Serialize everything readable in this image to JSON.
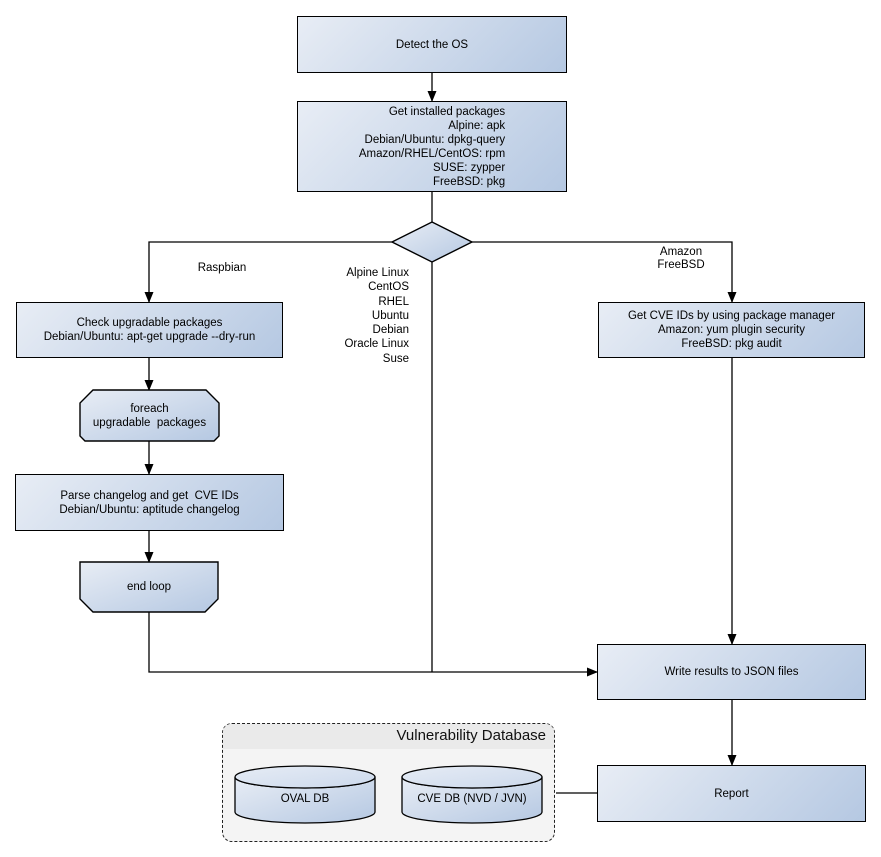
{
  "diagram": {
    "type": "flowchart",
    "nodes": {
      "detect_os": "Detect the OS",
      "get_installed_packages": "Get installed packages\nAlpine: apk\nDebian/Ubuntu: dpkg-query\nAmazon/RHEL/CentOS: rpm\nSUSE: zypper\nFreeBSD: pkg",
      "check_upgradable": "Check upgradable packages\nDebian/Ubuntu: apt-get upgrade --dry-run",
      "foreach_loop": "foreach\nupgradable  packages",
      "parse_changelog": "Parse changelog and get  CVE IDs\nDebian/Ubuntu: aptitude changelog",
      "end_loop": "end loop",
      "get_cve_ids": "Get CVE IDs by using package manager\nAmazon: yum plugin security\nFreeBSD: pkg audit",
      "write_results": "Write results to JSON files",
      "report": "Report",
      "oval_db": "OVAL DB",
      "cve_db": "CVE DB (NVD / JVN)"
    },
    "edge_labels": {
      "raspbian": "Raspbian",
      "amazon_freebsd": "Amazon\nFreeBSD",
      "os_list": "Alpine Linux\nCentOS\nRHEL\nUbuntu\nDebian\nOracle Linux\nSuse"
    },
    "container": {
      "title": "Vulnerability Database"
    },
    "colors": {
      "node_fill_light": "#e8edf5",
      "node_fill_dark": "#b5c8e2",
      "cylinder_top_light": "#e6ecf5",
      "cylinder_top_dark": "#ccd9ec",
      "edge_stroke": "#000000",
      "container_fill": "#f4f4f4",
      "container_header": "#eaeaea",
      "background": "#ffffff"
    }
  }
}
